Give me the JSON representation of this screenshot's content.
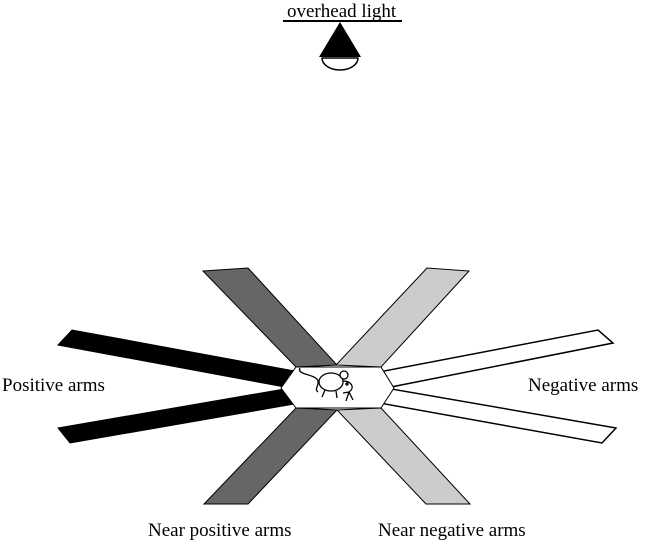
{
  "labels": {
    "light": "overhead light",
    "positive_arms": "Positive arms",
    "negative_arms": "Negative arms",
    "near_positive_arms": "Near positive arms",
    "near_negative_arms": "Near negative arms"
  },
  "colors": {
    "positive_arm_fill": "#000000",
    "near_positive_arm_fill": "#666666",
    "near_negative_arm_fill": "#cccccc",
    "negative_arm_fill": "#ffffff",
    "center_fill": "#ffffff",
    "outline": "#000000"
  },
  "icons": {
    "lamp": "lamp-icon",
    "mouse": "mouse-icon"
  }
}
